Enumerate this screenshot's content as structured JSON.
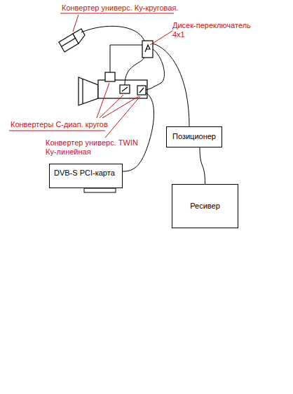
{
  "diagram": {
    "nodes": [
      {
        "text": [
          "Позиционер"
        ]
      },
      {
        "text": [
          "DVB-S PCI-карта"
        ]
      },
      {
        "text": [
          "Ресивер"
        ]
      }
    ],
    "edges": [
      {
        "from": 0,
        "to": 2,
        "arrow": "none"
      }
    ],
    "labels": [
      "Конвертер универс. Ку-круговая.",
      "Дисек-переключатель 4x1",
      "Конвертеры С-диап. кругов",
      "Конвертер универс. TWIN Ку-линейная"
    ]
  }
}
